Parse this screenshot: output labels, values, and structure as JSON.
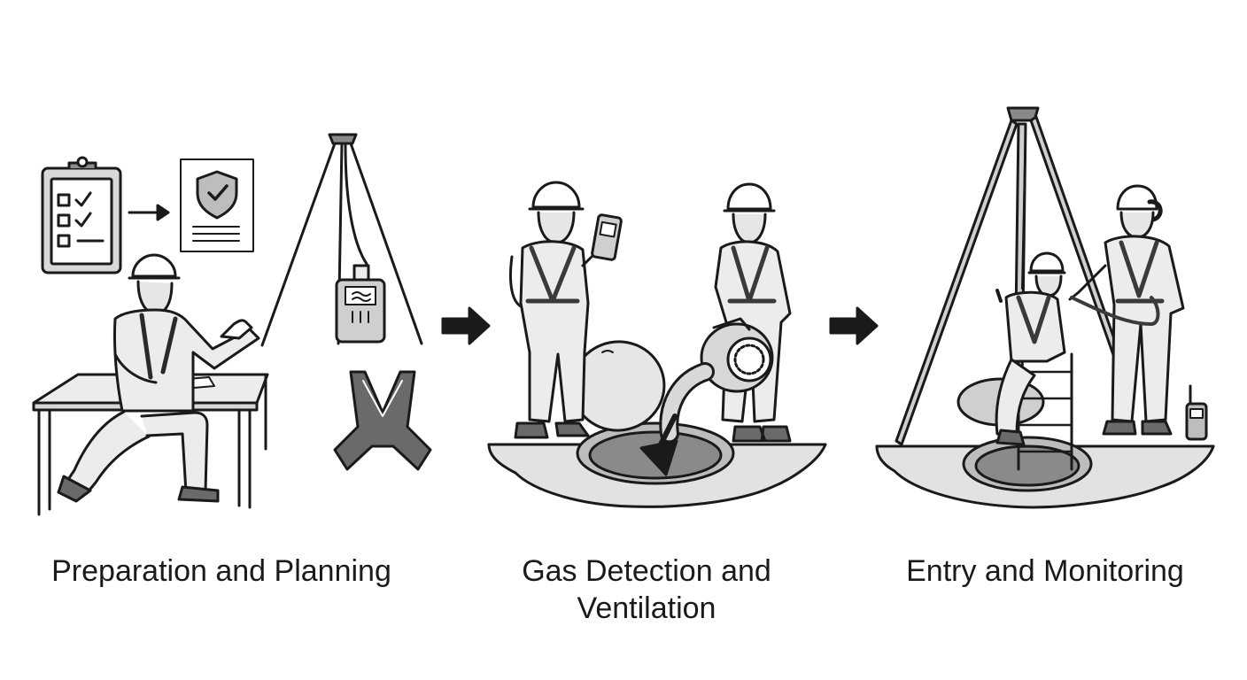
{
  "steps": [
    {
      "caption": "Preparation and Planning"
    },
    {
      "caption_line1": "Gas Detection and",
      "caption_line2": "Ventilation"
    },
    {
      "caption": "Entry and Monitoring"
    }
  ],
  "colors": {
    "ink": "#1a1a1a",
    "fill_light": "#ececec",
    "fill_mid": "#cfcfcf",
    "fill_dark": "#8a8a8a",
    "ground": "#e2e2e2"
  }
}
